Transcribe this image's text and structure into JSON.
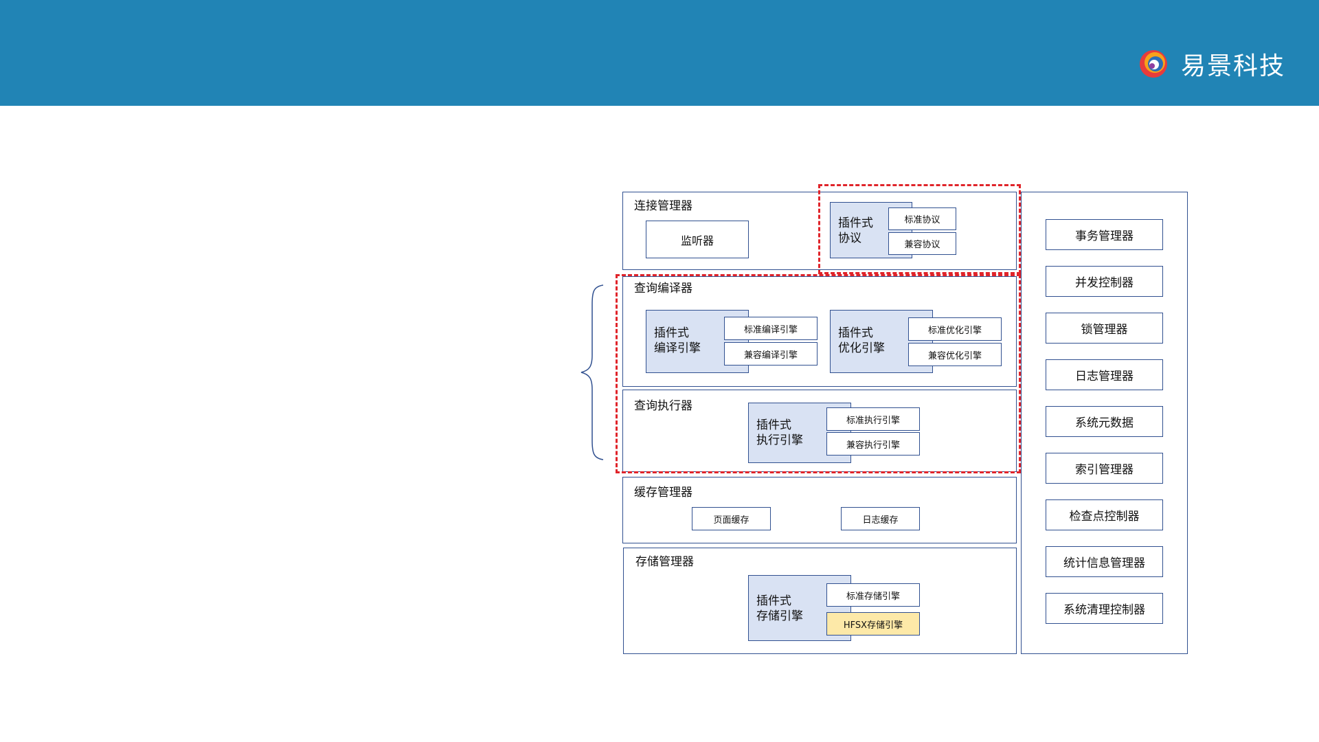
{
  "brand": {
    "name": "易景科技",
    "logo_icon": "ring-logo-icon",
    "header_color": "#2184b5"
  },
  "diagram": {
    "connection_manager": {
      "title": "连接管理器",
      "listener": "监听器",
      "plugin_label": "插件式\n协议",
      "standard": "标准协议",
      "compatible": "兼容协议"
    },
    "query_compiler": {
      "title": "查询编译器",
      "compile_plugin_label": "插件式\n编译引擎",
      "compile_standard": "标准编译引擎",
      "compile_compatible": "兼容编译引擎",
      "optimize_plugin_label": "插件式\n优化引擎",
      "optimize_standard": "标准优化引擎",
      "optimize_compatible": "兼容优化引擎"
    },
    "query_executor": {
      "title": "查询执行器",
      "plugin_label": "插件式\n执行引擎",
      "standard": "标准执行引擎",
      "compatible": "兼容执行引擎"
    },
    "cache_manager": {
      "title": "缓存管理器",
      "page_cache": "页面缓存",
      "log_cache": "日志缓存"
    },
    "storage_manager": {
      "title": "存储管理器",
      "plugin_label": "插件式\n存储引擎",
      "standard": "标准存储引擎",
      "hfsx": "HFSX存储引擎",
      "hfsx_color": "#fde9a8"
    },
    "side_managers": [
      "事务管理器",
      "并发控制器",
      "锁管理器",
      "日志管理器",
      "系统元数据",
      "索引管理器",
      "检查点控制器",
      "统计信息管理器",
      "系统清理控制器"
    ],
    "highlight_color": "#e0242a",
    "plugin_fill": "#d9e2f3"
  }
}
